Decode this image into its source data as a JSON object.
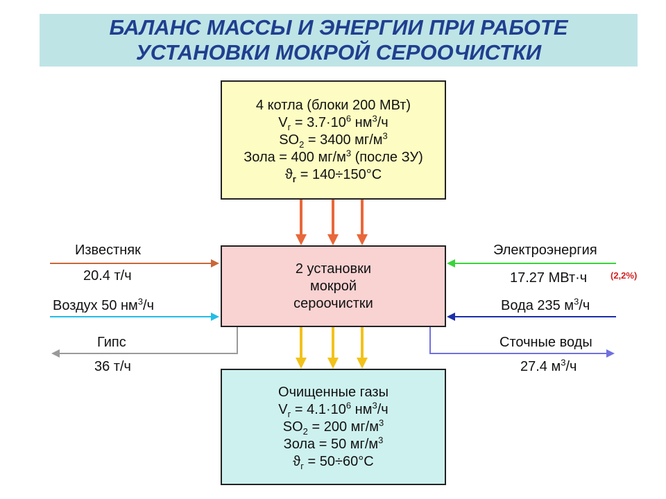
{
  "title": {
    "line1": "БАЛАНС МАССЫ И ЭНЕРГИИ ПРИ РАБОТЕ",
    "line2": "УСТАНОВКИ МОКРОЙ СЕРООЧИСТКИ"
  },
  "boiler_box": {
    "line1": "4 котла (блоки 200 МВт)",
    "vg_sym": "V",
    "vg_sub": "г",
    "vg_eq": " = 3.7·10",
    "vg_exp": "6",
    "vg_unit": " нм",
    "vg_unit_exp": "3",
    "vg_unit_tail": "/ч",
    "so2_label": "SO",
    "so2_sub": "2",
    "so2_eq": " = 3400 мг/м",
    "so2_exp": "3",
    "ash_text": "Зола = 400 мг/м",
    "ash_exp": "3",
    "ash_tail": " (после ЗУ)",
    "temp_sym": "ϑ",
    "temp_sub": "г",
    "temp_eq": " = 140÷150°С"
  },
  "fgd_box": {
    "line1": "2 установки",
    "line2": "мокрой",
    "line3": "сероочистки"
  },
  "clean_box": {
    "line1": "Очищенные газы",
    "vg_sym": "V",
    "vg_sub": "г",
    "vg_eq": " = 4.1·10",
    "vg_exp": "6",
    "vg_unit": " нм",
    "vg_unit_exp": "3",
    "vg_unit_tail": "/ч",
    "so2_label": "SO",
    "so2_sub": "2",
    "so2_eq": " = 200 мг/м",
    "so2_exp": "3",
    "ash_text": "Зола = 50 мг/м",
    "ash_exp": "3",
    "temp_sym": "ϑ",
    "temp_sub": "г",
    "temp_eq": " = 50÷60°С"
  },
  "flows": {
    "limestone_name": "Известняк",
    "limestone_value": "20.4 т/ч",
    "air_text": "Воздух 50 нм",
    "air_exp": "3",
    "air_tail": "/ч",
    "gypsum_name": "Гипс",
    "gypsum_value": "36 т/ч",
    "electricity_name": "Электроэнергия",
    "electricity_value": "17.27 МВт·ч",
    "electricity_share": "(2,2%)",
    "water_text": "Вода 235 м",
    "water_exp": "3",
    "water_tail": "/ч",
    "wastewater_name": "Сточные воды",
    "wastewater_value": "27.4 м",
    "wastewater_exp": "3",
    "wastewater_tail": "/ч"
  },
  "colors": {
    "title_text": "#1f3f8f",
    "title_bg": "#bfe4e6",
    "boiler_bg": "#fdfdc3",
    "fgd_bg": "#f9d2d2",
    "clean_bg": "#cdf1ef",
    "flue_gas_arrow": "#e8683a",
    "clean_gas_arrow": "#f2c21a",
    "limestone_arrow": "#c8673a",
    "air_arrow": "#22bde6",
    "gypsum_arrow": "#9a9a9a",
    "electricity_arrow": "#3bd23b",
    "water_arrow": "#1a2fa8",
    "wastewater_arrow": "#7070e0",
    "share_text": "#d22020"
  }
}
